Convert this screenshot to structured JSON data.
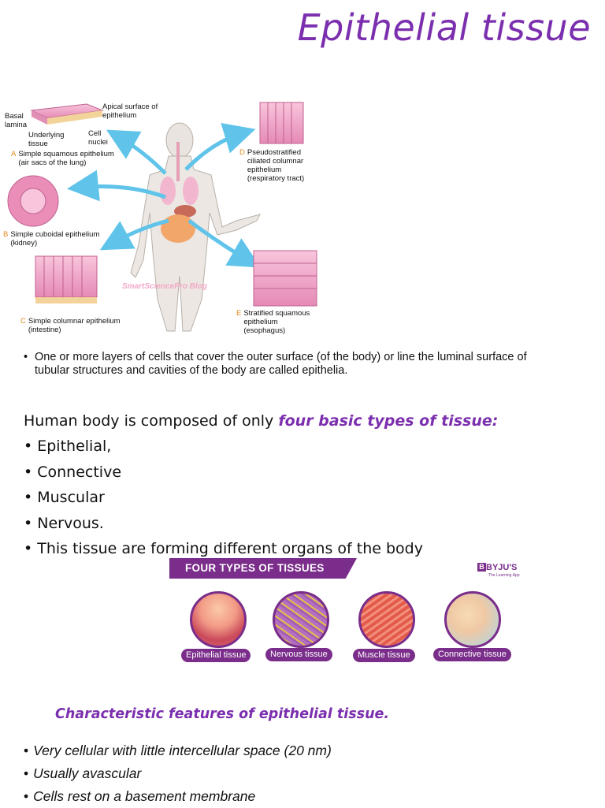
{
  "title": "Epithelial tissue",
  "figure": {
    "labels": {
      "apical": "Apical surface of\nepithelium",
      "basal": "Basal\nlamina",
      "underlying": "Underlying\ntissue",
      "nuclei": "Cell\nnuclei",
      "a_letter": "A",
      "a": "Simple squamous epithelium\n(air sacs of the lung)",
      "b_letter": "B",
      "b": "Simple cuboidal epithelium\n(kidney)",
      "c_letter": "C",
      "c": "Simple columnar epithelium\n(intestine)",
      "d_letter": "D",
      "d": "Pseudostratified\nciliated columnar\nepithelium\n(respiratory tract)",
      "e_letter": "E",
      "e": "Stratified squamous\nepithelium\n(esophagus)"
    },
    "watermark": "SmartSciencePro Blog"
  },
  "intro": {
    "bullet": "•",
    "text": "One or more layers of cells that cover the outer surface (of the body) or line the luminal surface of tubular structures and cavities of the body are called epithelia."
  },
  "types": {
    "lead": "Human body is composed of only ",
    "lead_emphasis": "four basic types of tissue:",
    "items": [
      "• Epithelial,",
      "• Connective",
      "• Muscular",
      "• Nervous.",
      "• This tissue are forming different organs of the body"
    ]
  },
  "infographic": {
    "banner": "FOUR TYPES OF TISSUES",
    "brand": "BYJU'S",
    "brand_mark": "B",
    "brand_tagline": "The Learning App",
    "tissues": [
      "Epithelial tissue",
      "Nervous tissue",
      "Muscle tissue",
      "Connective tissue"
    ]
  },
  "features": {
    "title": "Characteristic features of epithelial tissue.",
    "bullet": "•",
    "items": [
      "Very cellular with little intercellular space (20 nm)",
      "Usually avascular",
      "Cells rest on a basement membrane"
    ]
  },
  "colors": {
    "accent": "#7b2fae",
    "infographic": "#7a2d8a",
    "arrow": "#5fc3ea",
    "tissue_pink": "#f0a3c6"
  }
}
